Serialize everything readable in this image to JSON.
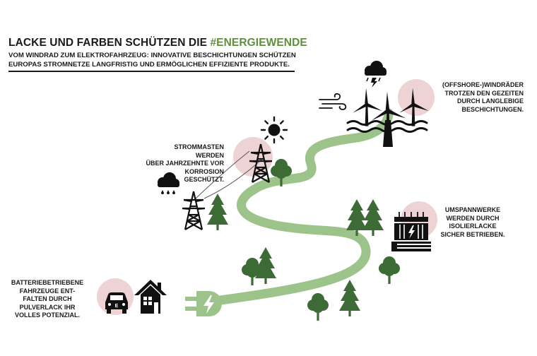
{
  "header": {
    "title_prefix": "LACKE UND FARBEN SCHÜTZEN DIE ",
    "title_hashtag": "#ENERGIEWENDE",
    "subtitle_line1": "VOM WINDRAD ZUM ELEKTROFAHRZEUG: INNOVATIVE BESCHICHTUNGEN SCHÜTZEN",
    "subtitle_line2": "EUROPAS STROMNETZE LANGFRISTIG UND ERMÖGLICHEN EFFIZIENTE PRODUKTE."
  },
  "captions": {
    "windraeder": [
      "(OFFSHORE-)WINDRÄDER",
      "TROTZEN DEN GEZEITEN",
      "DURCH LANGLEBIGE",
      "BESCHICHTUNGEN."
    ],
    "strommasten": [
      "STROMMASTEN WERDEN",
      "ÜBER JAHRZEHNTE VOR",
      "KORROSION GESCHÜTZT."
    ],
    "umspannwerke": [
      "UMSPANNWERKE",
      "WERDEN DURCH",
      "ISOLIERLACKE",
      "SICHER BETRIEBEN."
    ],
    "fahrzeuge": [
      "BATTERIEBETRIEBENE",
      "FAHRZEUGE ENT-",
      "FALTEN DURCH",
      "PULVERLACK IHR",
      "VOLLES POTENZIAL."
    ]
  },
  "car_badge": "E",
  "colors": {
    "text": "#1a1a1a",
    "accent_green": "#5f8f3e",
    "path_green": "#9cc48a",
    "tree_green": "#3d6b35",
    "pink_circle": "#eed3d5"
  }
}
